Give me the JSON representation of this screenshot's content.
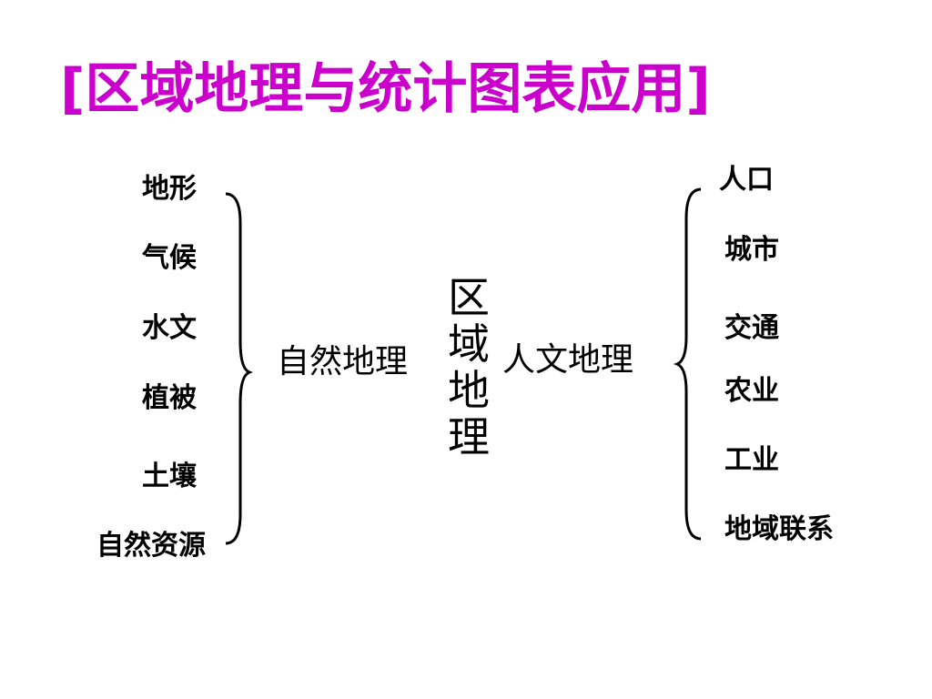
{
  "title": "[区域地理与统计图表应用]",
  "center_label": [
    "区",
    "域",
    "地",
    "理"
  ],
  "natural": {
    "label": "自然地理",
    "items": [
      "地形",
      "气候",
      "水文",
      "植被",
      "土壤",
      "自然资源"
    ]
  },
  "human": {
    "label": "人文地理",
    "items": [
      "人口",
      "城市",
      "交通",
      "农业",
      "工业",
      "地域联系"
    ]
  },
  "colors": {
    "title": "#cc00cc",
    "text": "#000000"
  }
}
